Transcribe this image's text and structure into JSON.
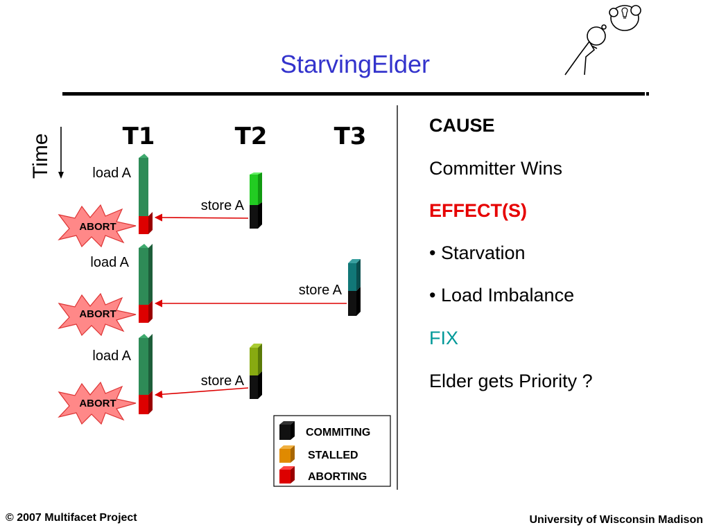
{
  "slide": {
    "title": "StarvingElder",
    "time_label": "Time",
    "threads": [
      "T1",
      "T2",
      "T3"
    ],
    "rows": [
      {
        "load_label": "load A",
        "store_label": "store A",
        "abort_label": "ABORT"
      },
      {
        "load_label": "load A",
        "store_label": "store A",
        "abort_label": "ABORT"
      },
      {
        "load_label": "load A",
        "store_label": "store A",
        "abort_label": "ABORT"
      }
    ],
    "legend": [
      {
        "label": "COMMITING",
        "color": "#111111"
      },
      {
        "label": "STALLED",
        "color": "#e08a00"
      },
      {
        "label": "ABORTING",
        "color": "#dd0000"
      }
    ],
    "colors": {
      "title": "#3333cc",
      "t1_bar": "#2e8b57",
      "t2_bar_1": "#22cc22",
      "t3_bar": "#117777",
      "t2_bar_3": "#88aa11",
      "abort_fill": "#ff8888",
      "arrow": "#dd0000"
    }
  },
  "side_text": {
    "cause_heading": "CAUSE",
    "cause_text": "Committer Wins",
    "effect_heading": "EFFECT(S)",
    "effect_items": [
      "• Starvation",
      "• Load Imbalance"
    ],
    "fix_heading": "FIX",
    "fix_text": "Elder gets Priority ?"
  },
  "footer": {
    "left": "© 2007 Multifacet Project",
    "right": "University of Wisconsin Madison"
  }
}
